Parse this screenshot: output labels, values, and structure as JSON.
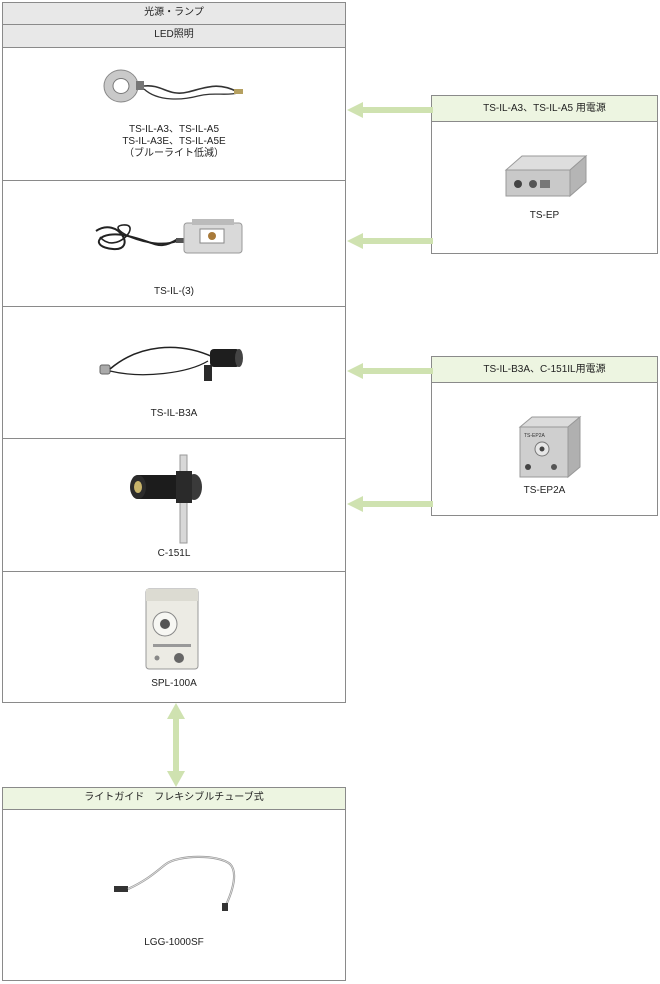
{
  "main": {
    "category": "光源・ランプ",
    "subcategory": "LED照明",
    "products": [
      {
        "lines": [
          "TS-IL-A3、TS-IL-A5",
          "TS-IL-A3E、TS-IL-A5E",
          "（ブルーライト低減）"
        ]
      },
      {
        "lines": [
          "TS-IL-(3)"
        ]
      },
      {
        "lines": [
          "TS-IL-B3A"
        ]
      },
      {
        "lines": [
          "C-151L"
        ]
      },
      {
        "lines": [
          "SPL-100A"
        ]
      }
    ]
  },
  "power_supplies": [
    {
      "header": "TS-IL-A3、TS-IL-A5 用電源",
      "model": "TS-EP"
    },
    {
      "header": "TS-IL-B3A、C-151IL用電源",
      "model": "TS-EP2A",
      "device_label": "TS-EP2A"
    }
  ],
  "light_guide": {
    "header": "ライトガイド　フレキシブルチューブ式",
    "model": "LGG-1000SF"
  },
  "colors": {
    "arrow": "#cfe2b0",
    "green_header": "#edf5e1",
    "grey_header": "#e8e8e8",
    "border": "#8a8a8a"
  }
}
